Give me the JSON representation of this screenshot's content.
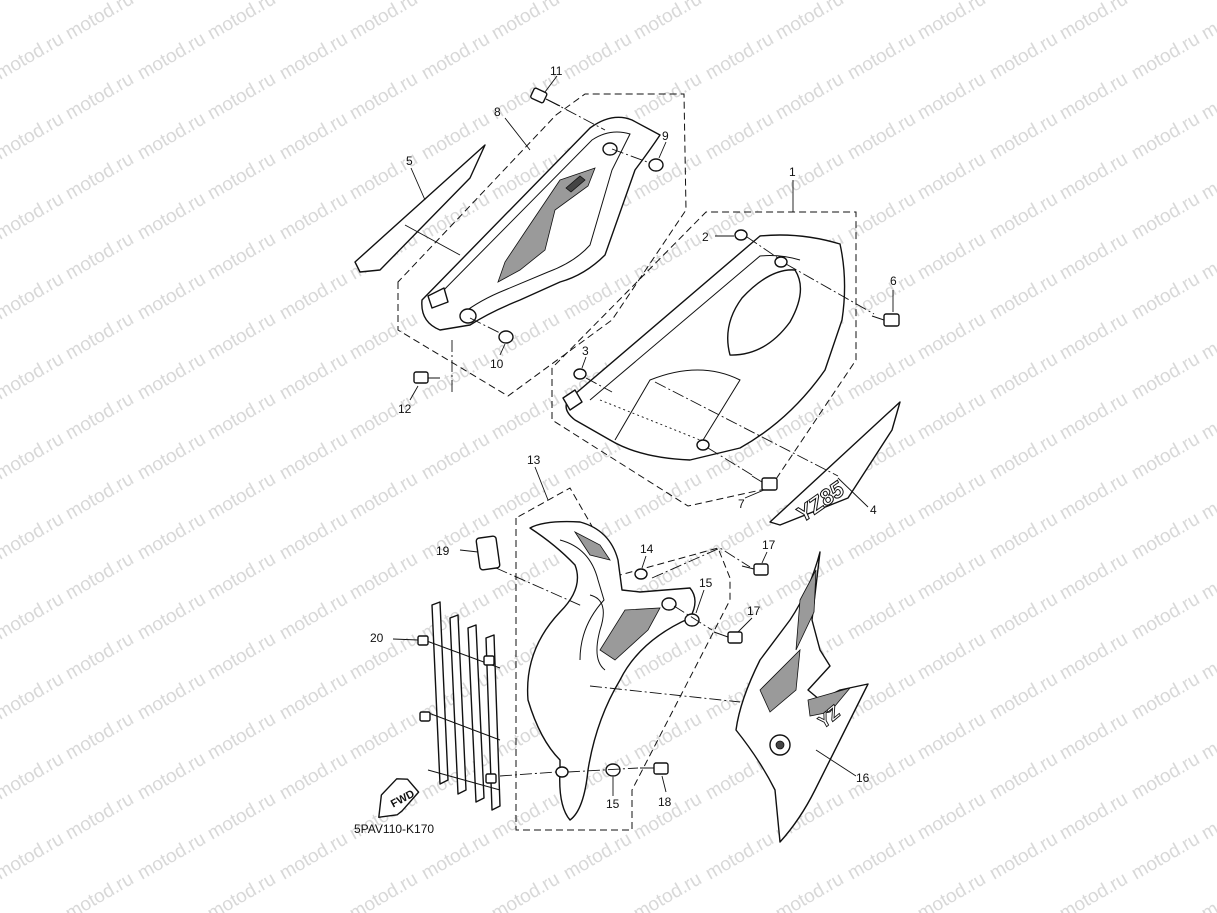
{
  "watermark": "motod.ru",
  "diagram_code": "5PAV110-K170",
  "fwd_label": "FWD",
  "decal_text": "YZ85",
  "decal_text_2": "YZ",
  "callouts": {
    "c1": "1",
    "c2": "2",
    "c3": "3",
    "c4": "4",
    "c5": "5",
    "c6": "6",
    "c7": "7",
    "c8": "8",
    "c9": "9",
    "c10": "10",
    "c11": "11",
    "c12": "12",
    "c13": "13",
    "c14": "14",
    "c15a": "15",
    "c15b": "15",
    "c16": "16",
    "c17a": "17",
    "c17b": "17",
    "c18": "18",
    "c19": "19",
    "c20": "20"
  }
}
